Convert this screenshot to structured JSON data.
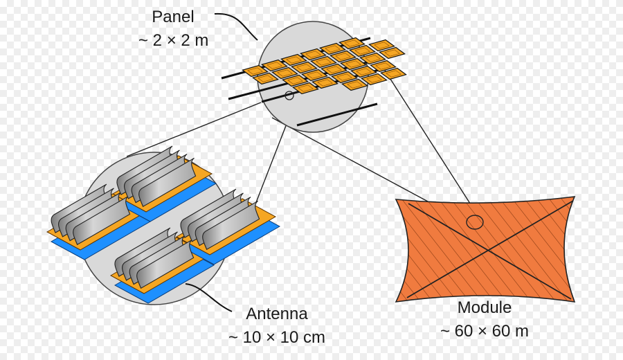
{
  "labels": {
    "panel": {
      "title": "Panel",
      "size": "~ 2 × 2 m"
    },
    "antenna": {
      "title": "Antenna",
      "size": "~ 10 × 10 cm"
    },
    "module": {
      "title": "Module",
      "size": "~ 60 × 60 m"
    }
  },
  "colors": {
    "orange": "#f5a623",
    "module_orange": "#f07b3f",
    "blue": "#1e90ff",
    "gray_circle": "#d9d9d9",
    "dipole_gray": "#bdbdbd"
  }
}
